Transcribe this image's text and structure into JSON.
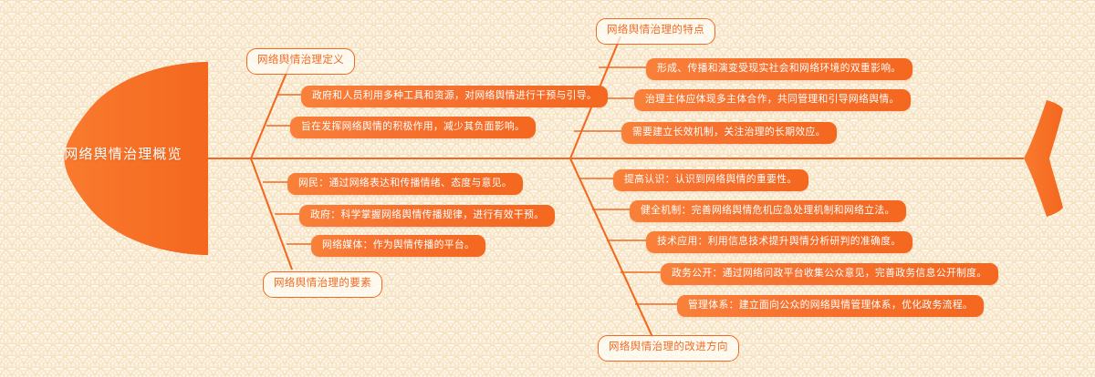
{
  "diagram": {
    "type": "fishbone",
    "title": "网络舆情治理概览",
    "colors": {
      "accent": "#f26a21",
      "fill_start": "#f9813a",
      "fill_end": "#f4671f",
      "background": "#fdf8ee",
      "pattern": "#f7e3c3",
      "label_text": "#ef6a22",
      "leaf_text": "#ffffff"
    },
    "branches": [
      {
        "id": "definition",
        "label": "网络舆情治理定义",
        "side": "top-left",
        "items": [
          "政府和人员利用多种工具和资源，对网络舆情进行干预与引导。",
          "旨在发挥网络舆情的积极作用，减少其负面影响。"
        ]
      },
      {
        "id": "characteristics",
        "label": "网络舆情治理的特点",
        "side": "top-right",
        "items": [
          "形成、传播和演变受现实社会和网络环境的双重影响。",
          "治理主体应体现多主体合作，共同管理和引导网络舆情。",
          "需要建立长效机制，关注治理的长期效应。"
        ]
      },
      {
        "id": "elements",
        "label": "网络舆情治理的要素",
        "side": "bottom-left",
        "items": [
          "网民：通过网络表达和传播情绪、态度与意见。",
          "政府：科学掌握网络舆情传播规律，进行有效干预。",
          "网络媒体：作为舆情传播的平台。"
        ]
      },
      {
        "id": "improvements",
        "label": "网络舆情治理的改进方向",
        "side": "bottom-right",
        "items": [
          "提高认识：认识到网络舆情的重要性。",
          "健全机制：完善网络舆情危机应急处理机制和网络立法。",
          "技术应用：利用信息技术提升舆情分析研判的准确度。",
          "政务公开：通过网络问政平台收集公众意见，完善政务信息公开制度。",
          "管理体系：建立面向公众的网络舆情管理体系，优化政务流程。"
        ]
      }
    ]
  }
}
